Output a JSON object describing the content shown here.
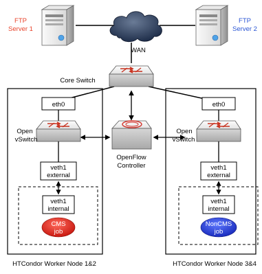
{
  "servers": {
    "left": {
      "label_line1": "FTP",
      "label_line2": "Server 1",
      "color": "#e8432b"
    },
    "right": {
      "label_line1": "FTP",
      "label_line2": "Server 2",
      "color": "#2a55d4"
    }
  },
  "wan": {
    "label": "WAN"
  },
  "core_switch": {
    "label": "Core Switch"
  },
  "controller": {
    "label_line1": "OpenFlow",
    "label_line2": "Controller"
  },
  "nodes": {
    "left": {
      "title": "HTCondor Worker Node 1&2",
      "eth": "eth0",
      "vswitch_line1": "Open",
      "vswitch_line2": "vSwitch",
      "veth_ext_line1": "veth1",
      "veth_ext_line2": "external",
      "veth_int_line1": "veth1",
      "veth_int_line2": "internal",
      "job_line1": "CMS",
      "job_line2": "job",
      "job_color": "#e2231a"
    },
    "right": {
      "title": "HTCondor Worker Node 3&4",
      "eth": "eth0",
      "vswitch_line1": "Open",
      "vswitch_line2": "vSwitch",
      "veth_ext_line1": "veth1",
      "veth_ext_line2": "external",
      "veth_int_line1": "veth1",
      "veth_int_line2": "internal",
      "job_line1": "NonCMS",
      "job_line2": "job",
      "job_color": "#1f3ad6"
    }
  },
  "icons": {
    "server": "server-tower-icon",
    "cloud": "cloud-icon",
    "switch": "network-switch-icon",
    "controller": "openflow-controller-icon"
  }
}
